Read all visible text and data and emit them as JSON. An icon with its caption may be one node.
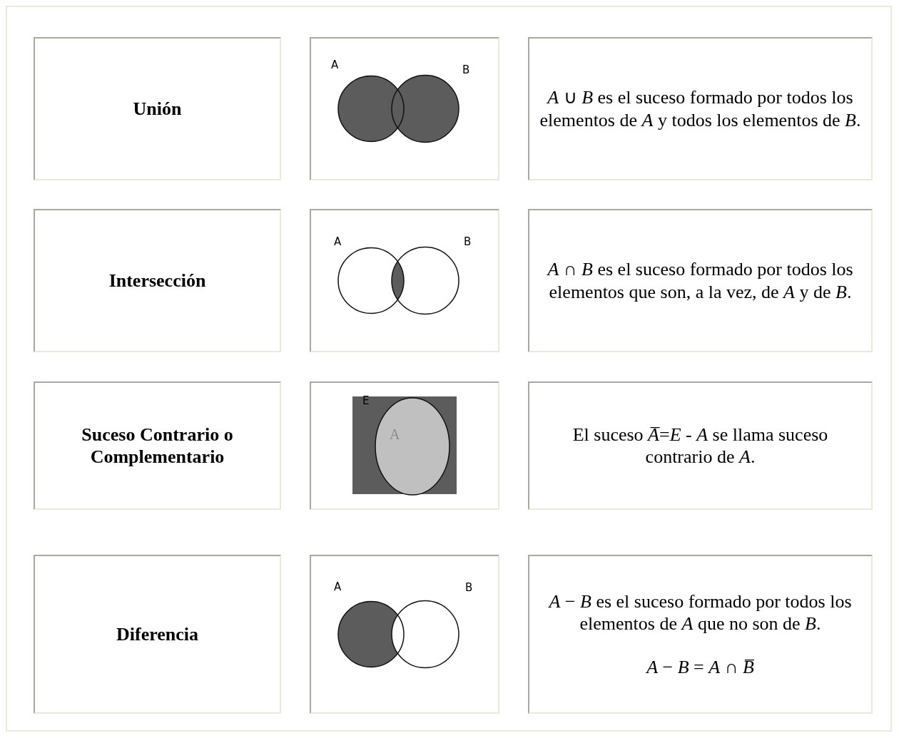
{
  "diagram": {
    "nodes": [
      {
        "text": [
          "Unión"
        ]
      },
      {
        "text": [
          "A",
          "B"
        ]
      },
      {
        "text": [
          "*A* ∪ *B* es el suceso formado por todos los elementos de *A* y todos los elementos de *B*."
        ]
      },
      {
        "text": [
          "Intersección"
        ]
      },
      {
        "text": [
          "A",
          "B"
        ]
      },
      {
        "text": [
          "*A* ∩ *B* es el suceso formado por todos los elementos que son, a la vez, de *A* y de *B*."
        ]
      },
      {
        "text": [
          "Suceso Contrario o Complementario"
        ]
      },
      {
        "text": [
          "E",
          "A"
        ]
      },
      {
        "text": [
          "El suceso  *A̅*=*E* - *A* se llama suceso contrario de *A*."
        ]
      },
      {
        "text": [
          "Diferencia"
        ]
      },
      {
        "text": [
          "A",
          "B"
        ]
      },
      {
        "text": [
          "*A* − *B* es el suceso formado por todos los elementos de *A* que no son de *B*.",
          "*A* − *B* = *A* ∩ *B̅*"
        ]
      }
    ]
  }
}
